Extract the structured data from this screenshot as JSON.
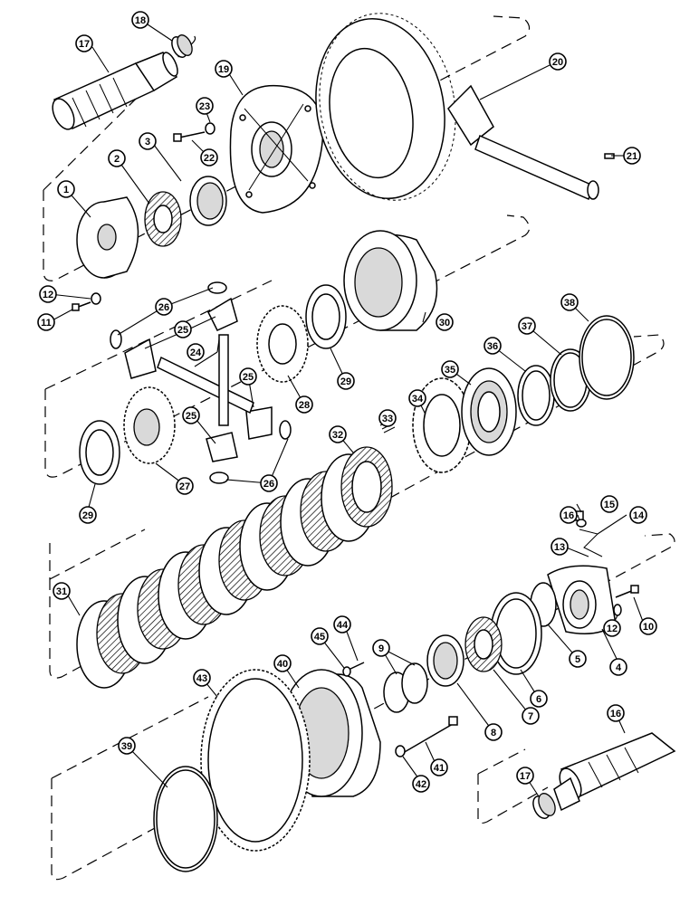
{
  "callouts": {
    "c1": "1",
    "c2": "2",
    "c3": "3",
    "c4": "4",
    "c5": "5",
    "c6": "6",
    "c7": "7",
    "c8": "8",
    "c9": "9",
    "c10": "10",
    "c11": "11",
    "c12a": "12",
    "c12b": "12",
    "c13": "13",
    "c14": "14",
    "c15": "15",
    "c16a": "16",
    "c16b": "16",
    "c17a": "17",
    "c17b": "17",
    "c18": "18",
    "c19": "19",
    "c20": "20",
    "c21": "21",
    "c22": "22",
    "c23": "23",
    "c24": "24",
    "c25a": "25",
    "c25b": "25",
    "c25c": "25",
    "c26a": "26",
    "c26b": "26",
    "c27": "27",
    "c28": "28",
    "c29a": "29",
    "c29b": "29",
    "c30": "30",
    "c31": "31",
    "c32": "32",
    "c33": "33",
    "c34": "34",
    "c35": "35",
    "c36": "36",
    "c37": "37",
    "c38": "38",
    "c39": "39",
    "c40": "40",
    "c41": "41",
    "c42": "42",
    "c43": "43",
    "c44": "44",
    "c45": "45"
  }
}
